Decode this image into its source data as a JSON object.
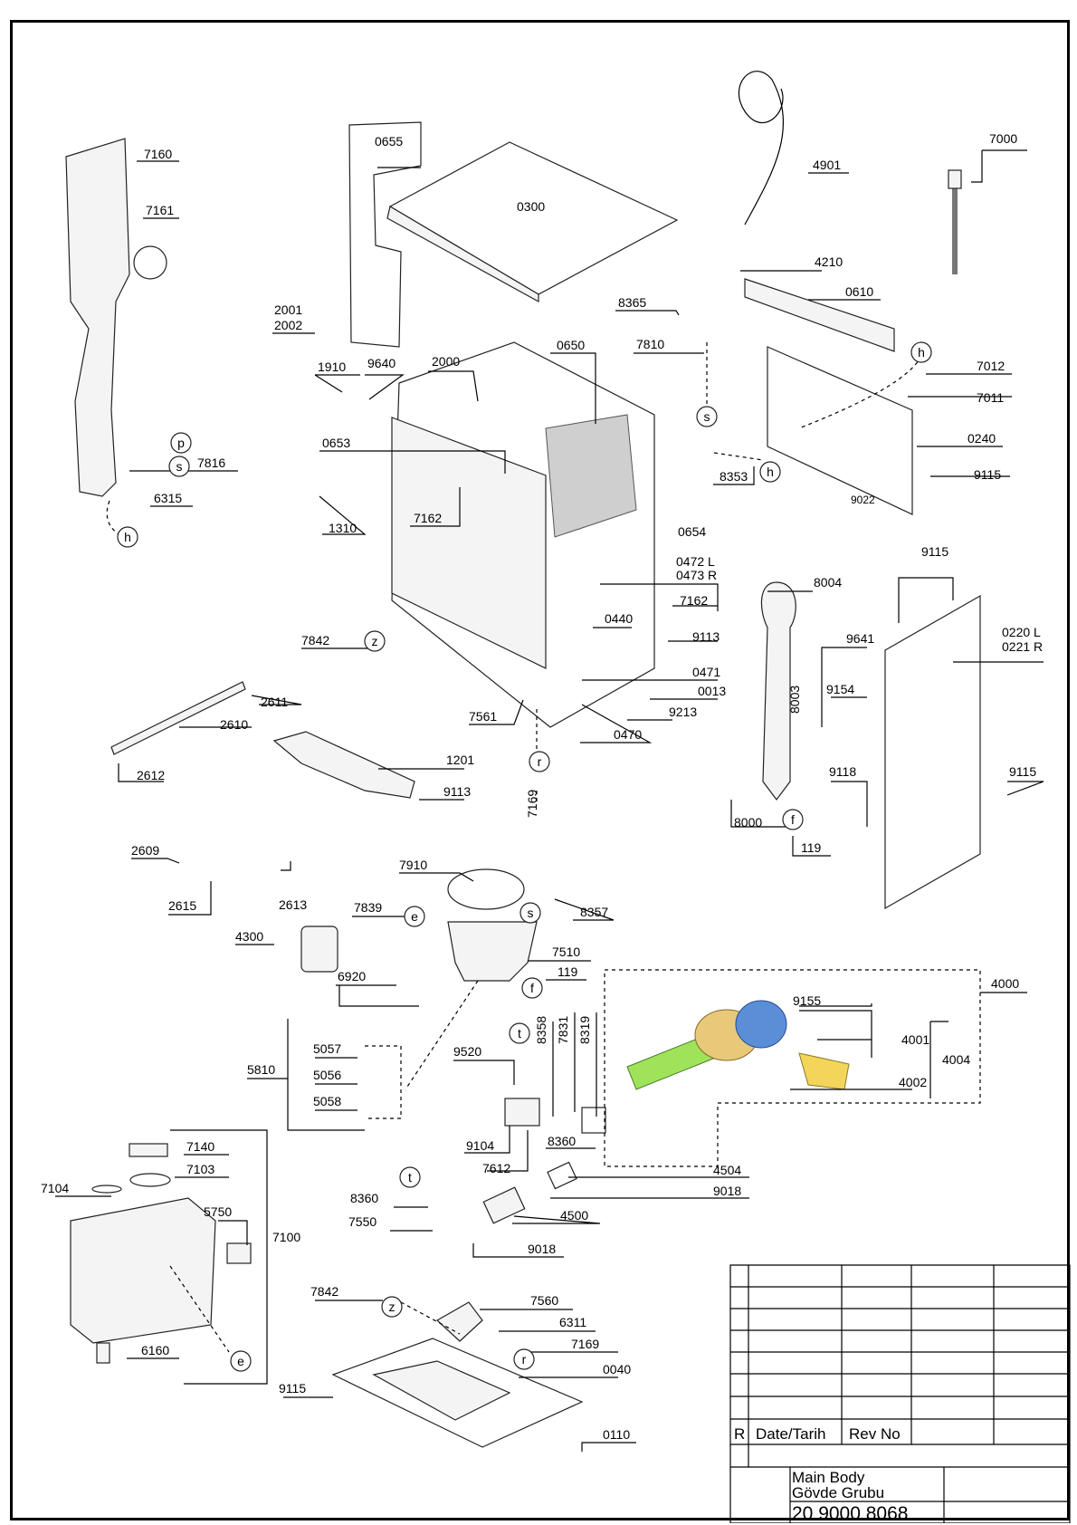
{
  "labels": {
    "p0655": "0655",
    "p0300": "0300",
    "p4901": "4901",
    "p7000": "7000",
    "p7160": "7160",
    "p7161": "7161",
    "p7816": "7816",
    "p6315": "6315",
    "p2001": "2001",
    "p2002": "2002",
    "p1910": "1910",
    "p9640": "9640",
    "p2000": "2000",
    "p0650": "0650",
    "p0653": "0653",
    "p7162a": "7162",
    "p1310": "1310",
    "p0654": "0654",
    "p8365": "8365",
    "p7810": "7810",
    "p4210": "4210",
    "p0610": "0610",
    "p7012": "7012",
    "p7011": "7011",
    "p0240": "0240",
    "p8353": "8353",
    "p9115a": "9115",
    "p9022": "9022",
    "p0472": "0472 L",
    "p0473": "0473 R",
    "p7162b": "7162",
    "p0440": "0440",
    "p9113a": "9113",
    "p0471": "0471",
    "p0013": "0013",
    "p9213": "9213",
    "p0470": "0470",
    "p7842a": "7842",
    "p7561": "7561",
    "p7169a": "7169",
    "p8004": "8004",
    "p9641": "9641",
    "p8003": "8003",
    "p9154": "9154",
    "p9115b": "9115",
    "p0220": "0220 L",
    "p0221": "0221 R",
    "p9118": "9118",
    "p9115c": "9115",
    "p8000": "8000",
    "p119a": "119",
    "p2611": "2611",
    "p2610": "2610",
    "p2612": "2612",
    "p1201": "1201",
    "p9113b": "9113",
    "p2609": "2609",
    "p2615": "2615",
    "p2613": "2613",
    "p7910": "7910",
    "p8357": "8357",
    "p7839": "7839",
    "p4300": "4300",
    "p7510": "7510",
    "p119b": "119",
    "p6920": "6920",
    "p4000": "4000",
    "p9155": "9155",
    "p4001": "4001",
    "p4004": "4004",
    "p4002": "4002",
    "p5057": "5057",
    "p5810": "5810",
    "p5056": "5056",
    "p5058": "5058",
    "p9520": "9520",
    "p8358": "8358",
    "p7831": "7831",
    "p8319": "8319",
    "p9104": "9104",
    "p7612": "7612",
    "p8360a": "8360",
    "p4504": "4504",
    "p9018a": "9018",
    "p8360b": "8360",
    "p7550": "7550",
    "p4500": "4500",
    "p9018b": "9018",
    "p7140": "7140",
    "p7103": "7103",
    "p7104": "7104",
    "p5750": "5750",
    "p7100": "7100",
    "p6160": "6160",
    "p7842b": "7842",
    "p7560": "7560",
    "p6311": "6311",
    "p7169b": "7169",
    "p0040": "0040",
    "p9115d": "9115",
    "p0110": "0110"
  },
  "connectors": {
    "p": "p",
    "s": "s",
    "h": "h",
    "z": "z",
    "r": "r",
    "f": "f",
    "e": "e",
    "t": "t"
  },
  "title_block": {
    "rev_col": "R",
    "date_col": "Date/Tarih",
    "revno_col": "Rev No",
    "title_en": "Main Body",
    "title_tr": "Gövde Grubu",
    "doc_number": "20 9000 8068"
  },
  "colors": {
    "heater_body": "#9ee35a",
    "motor_winding": "#5a8fd8",
    "housing_tan": "#e8c97a",
    "sensor_yellow": "#f3d55a",
    "cap_purple": "#b080e0"
  }
}
